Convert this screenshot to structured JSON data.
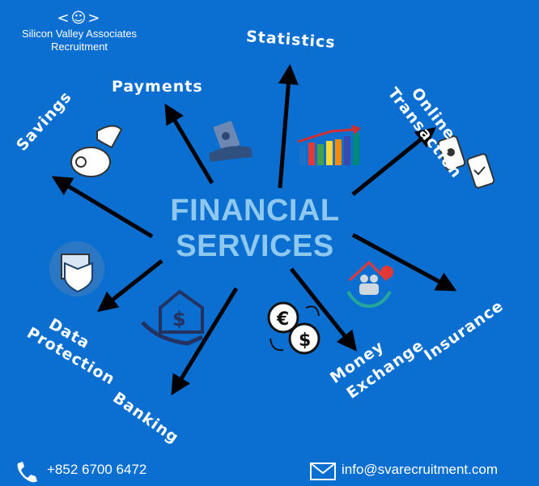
{
  "brand": {
    "name_line1": "Silicon Valley Associates",
    "name_line2": "Recruitment",
    "logo_icon": "user-in-brackets-icon"
  },
  "center": {
    "line1": "FINANCIAL",
    "line2": "SERVICES"
  },
  "services": {
    "statistics": "Statistics",
    "payments": "Payments",
    "online_line1": "Online",
    "online_line2": "Transaction",
    "savings": "Savings",
    "insurance": "Insurance",
    "data_line1": "Data",
    "data_line2": "Protection",
    "money_line1": "Money",
    "money_line2": "Exchange",
    "banking": "Banking"
  },
  "contact": {
    "phone": "+852 6700 6472",
    "email": "info@svarecruitment.com"
  },
  "colors": {
    "background": "#0a6fd0",
    "title": "#8fc8ee",
    "arrow": "#000000",
    "text": "#ffffff"
  }
}
